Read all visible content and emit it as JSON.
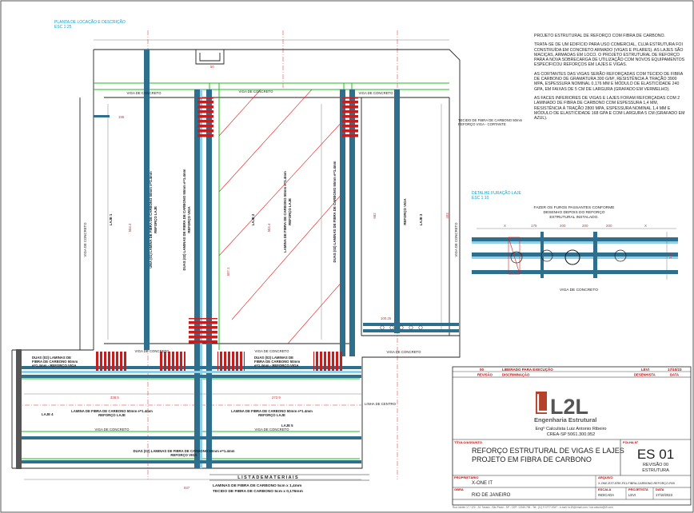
{
  "plan_title": [
    "PLANTA DE LOCAÇÃO E DESCRIÇÃO",
    "ESC 1:25"
  ],
  "detail_title": [
    "DETALHE FURAÇÃO LAJE",
    "ESC 1:10"
  ],
  "labels": {
    "viga_concreto": "VIGA DE CONCRETO",
    "linha_centro": "LINHA DE CENTRO",
    "tecido_viga": [
      "TECIDO DE FIBRA DE CARBONO 50mm",
      "REFORÇO VIGA - CORTANTE"
    ],
    "laje_1": "LAJE 1",
    "laje_2": "LAJE 2",
    "laje_3": "LAJE 3",
    "laje_4": "LAJE 4",
    "laje_5": "LAJE 5",
    "duas_laminas_left": [
      "DUAS (02) LAMINAS DE",
      "FIBRA DE CARBONO 50mm",
      "e=1.4mm - REFORÇO VIGA"
    ],
    "duas_laminas_right": [
      "DUAS (02) LAMINAS DE",
      "FIBRA DE CARBONO 50mm",
      "e=1.4mm - REFORÇO VIGA"
    ],
    "lamina_laje_left": [
      "LAMINA DE FIBRA DE CARBONO 50mm e=1.4mm",
      "REFORÇO LAJE"
    ],
    "lamina_laje_right": [
      "LAMINA DE FIBRA DE CARBONO 50mm e=1.4mm",
      "REFORÇO LAJE"
    ],
    "duas_bottom": [
      "DUAS (02) LAMINAS DE FIBRA DE CARBONO 50mm e=1.4mm",
      "REFORÇO VIGA"
    ],
    "vert_1": [
      "UMA (01) LAMINA DE FIBRA DE CARBONO 50mm e=1.4mm",
      "REFORÇO LAJE"
    ],
    "vert_2": [
      "DUAS (02) LAMINAS DE FIBRA DE CARBONO 50mm e=1.4mm",
      "REFORÇO VIGA"
    ],
    "vert_3": [
      "LAMINA DE FIBRA DE CARBONO 50mm e=1.4mm",
      "REFORÇO LAJE"
    ],
    "vert_4": [
      "DUAS (02) LAMINAS DE FIBRA DE CARBONO 50mm e=1.4mm",
      "REFORÇO VIGA"
    ],
    "detail_note": [
      "FAZER OS FUROS PASSANTES CONFORME",
      "DESENHO DEPOIS DO REFORÇO",
      "ESTRUTURAL INSTALADO."
    ],
    "dims": {
      "d195": "195",
      "d504": "504.4",
      "d697": "697.1",
      "d682": "682",
      "d493": "493",
      "d338": "338.5",
      "d272": "272.9",
      "d937": "937",
      "d50": "50",
      "d175": "175",
      "d200a": "200",
      "d200b": "200",
      "d200c": "200",
      "d160": "160",
      "d10025": "100.25",
      "x": "X"
    }
  },
  "notes": [
    "PROJETO ESTRUTURAL DE REFORÇO COM FIBRA DE CARBONO.",
    "TRATA-SE DE UM EDIFÍCIO PARA USO COMERCIAL, CUJA ESTRUTURA FOI CONSTRUÍDA EM CONCRETO ARMADO (VIGAS E PILARES). AS LAJES SÃO MACIÇAS, ARMADAS EM LOCO. O PROJETO ESTRUTURAL DE REFORÇO PARA A NOVA SOBRECARGA DE UTILIZAÇÃO COM NOVOS EQUIPAMENTOS ESPECIFICOU REFORÇOS EM LAJES E VIGAS.",
    "AS CORTANTES DAS VIGAS SERÃO REFORÇADAS COM TECIDO DE FIBRA DE CARBONO DE GRAMATURA 300 G/M², RESISTÊNCIA À TRAÇÃO 3900 MPA, ESPESSURA NOMINAL 0,176 MM E MÓDULO DE ELASTICIDADE 240 GPA, EM FAIXAS DE 5 CM DE LARGURA (GRAFADO EM VERMELHO).",
    "AS FACES INFERIORES DE VIGAS E LAJES FORAM REFORÇADAS COM 2 LAMINADO DE FIBRA DE CARBONO COM ESPESSURA 1,4 MM, RESISTÊNCIA À TRAÇÃO 2800 MPA, ESPESSURA NOMINAL 1,4 MM E MÓDULO DE ELASTICIDADE 168 GPA E COM LARGURA 5 CM (GRAFADO EM AZUL)."
  ],
  "materials": {
    "title": "L I S T A   D E   M A T E R I A I S",
    "items": [
      "LAMINAS DE FIBRA DE CARBONO 5cm x 1,4mm",
      "TECIDO DE FIBRA DE CARBONO 5cm x 0,176mm"
    ]
  },
  "title_block": {
    "rev_row": {
      "rev": "00",
      "desc": "LIBERADO PARA EXECUÇÃO",
      "by": "LEVI",
      "date": "17/10/23"
    },
    "rev_headers": {
      "rev": "REVISÃO",
      "desc": "DISCRIMINAÇÃO",
      "by": "DESENHISTA",
      "date": "DATA"
    },
    "logo": "L2L",
    "logo_sub": "Engenharia Estrutural",
    "engineer": "Engº Calculista Luiz Antonio Ribeiro",
    "crea": "CREA-SP 5061.300.952",
    "titulo_label": "TÍTULO/ASSUNTO",
    "titulo": [
      "REFORÇO ESTRUTURAL DE VIGAS E LAJES",
      "PROJETO EM FIBRA DE CARBONO"
    ],
    "folha_label": "FOLHA Nº",
    "folha": "ES 01",
    "revisao": "REVISÃO 00",
    "tipo": "ESTRUTURA",
    "proprietario_label": "PROPRIETÁRIO",
    "proprietario": "X-ONE IT",
    "arquivo_label": "ARQUIVO",
    "arquivo": "X-ONE-EST-ERE-F01-FIBRA-CARBONO-REFORÇO-R00",
    "obra_label": "OBRA",
    "obra": "RIO DE JANEIRO",
    "escala_label": "ESCALA",
    "escala": "INDICADA",
    "projetista_label": "PROJETISTA",
    "projetista": "LEVI",
    "data_label": "DATA",
    "data": "17/10/2023",
    "footer": "Rua Jardim 17 / 120 - Jd. Tanara - São Paulo - SP - CEP: 12345-796 - Tel.: (11) 9 3777-0047 - e-mail: ia.l2l@email.com / luiz.antonio@l2l.com"
  }
}
